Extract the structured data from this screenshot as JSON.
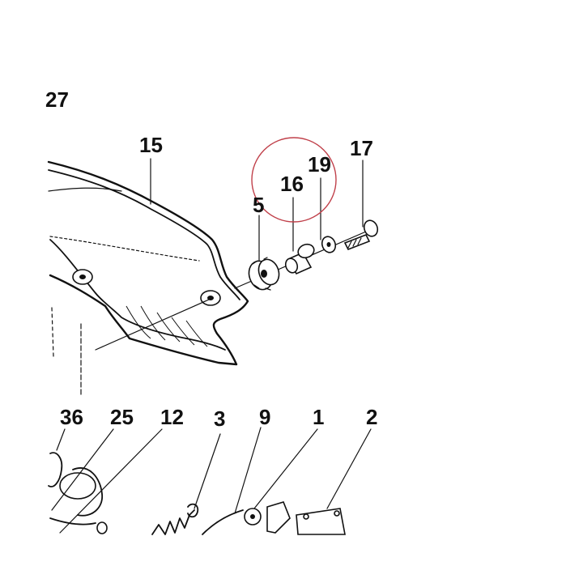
{
  "diagram": {
    "page_number_fragment": "27",
    "callouts": [
      "15",
      "5",
      "16",
      "19",
      "17",
      "36",
      "25",
      "12",
      "3",
      "9",
      "1",
      "2"
    ],
    "highlight_circle_color": "#c0404a",
    "line_color": "#111111"
  }
}
